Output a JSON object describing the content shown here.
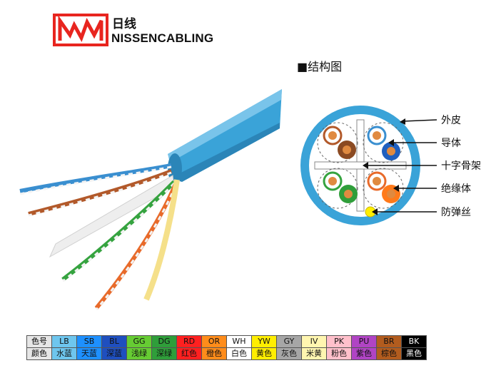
{
  "brand": {
    "name_cn": "日线",
    "name_en": "NISSENCABLING"
  },
  "structure_title": "■结构图",
  "callouts": {
    "jacket": "外皮",
    "conductor": "导体",
    "cross_filler": "十字骨架",
    "insulation": "绝缘体",
    "ripcord": "防弹丝"
  },
  "legend": {
    "row1_header": "色号",
    "row2_header": "颜色",
    "items": [
      {
        "code": "LB",
        "name": "水蓝",
        "color": "#6ec6ee",
        "text": "#111111"
      },
      {
        "code": "SB",
        "name": "天蓝",
        "color": "#1e90ff",
        "text": "#111111"
      },
      {
        "code": "BL",
        "name": "深蓝",
        "color": "#1f4fbf",
        "text": "#111111"
      },
      {
        "code": "GG",
        "name": "浅绿",
        "color": "#66cc33",
        "text": "#111111"
      },
      {
        "code": "DG",
        "name": "深绿",
        "color": "#2f9e3a",
        "text": "#111111"
      },
      {
        "code": "RD",
        "name": "红色",
        "color": "#ff2020",
        "text": "#111111"
      },
      {
        "code": "OR",
        "name": "橙色",
        "color": "#ff8c1a",
        "text": "#111111"
      },
      {
        "code": "WH",
        "name": "白色",
        "color": "#ffffff",
        "text": "#111111"
      },
      {
        "code": "YW",
        "name": "黄色",
        "color": "#ffee00",
        "text": "#111111"
      },
      {
        "code": "GY",
        "name": "灰色",
        "color": "#a6a6a6",
        "text": "#111111"
      },
      {
        "code": "IV",
        "name": "米黄",
        "color": "#fff6b0",
        "text": "#111111"
      },
      {
        "code": "PK",
        "name": "粉色",
        "color": "#ffc0cb",
        "text": "#111111"
      },
      {
        "code": "PU",
        "name": "紫色",
        "color": "#b044c4",
        "text": "#111111"
      },
      {
        "code": "BR",
        "name": "棕色",
        "color": "#b25c1e",
        "text": "#111111"
      },
      {
        "code": "BK",
        "name": "黑色",
        "color": "#000000",
        "text": "#ffffff"
      }
    ]
  },
  "colors": {
    "logo_red": "#e8251f",
    "jacket_blue": "#3aa3d8",
    "jacket_dark": "#2b85b8"
  }
}
